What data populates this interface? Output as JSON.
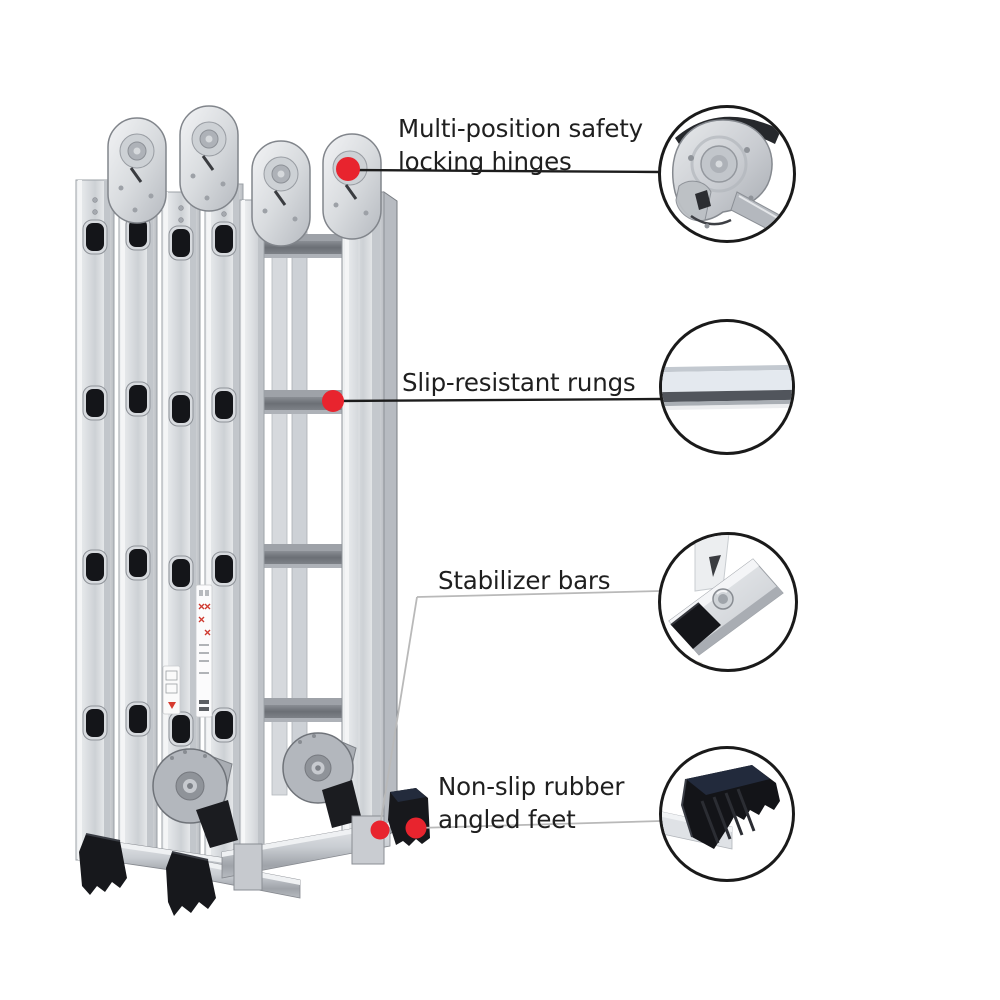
{
  "colors": {
    "accent_red": "#E8242E",
    "text": "#1F1F1F",
    "leader_dark": "#1C1C1C",
    "leader_light": "#B9B9B9",
    "circle_border": "#1A1A1A",
    "metal_light": "#ECEEF0",
    "metal_mid": "#C7CBD0",
    "metal_dark": "#6E7278",
    "rubber_black": "#17181C"
  },
  "callouts": [
    {
      "id": "locking-hinges",
      "lines": [
        "Multi-position safety",
        "locking hinges"
      ]
    },
    {
      "id": "rungs",
      "lines": [
        "Slip-resistant rungs",
        ""
      ]
    },
    {
      "id": "stabilizer-bars",
      "lines": [
        "Stabilizer bars",
        ""
      ]
    },
    {
      "id": "feet",
      "lines": [
        "Non-slip rubber",
        "angled feet"
      ]
    }
  ]
}
